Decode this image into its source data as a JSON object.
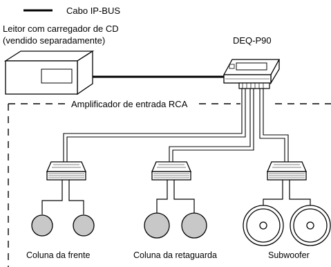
{
  "legend": {
    "cable_label": "Cabo IP-BUS"
  },
  "source_device": {
    "line1": "Leitor com carregador de CD",
    "line2": "(vendido separadamente)"
  },
  "processor": {
    "label": "DEQ-P90"
  },
  "amplifier_section": {
    "label": "Amplificador de entrada RCA"
  },
  "speaker_groups": [
    {
      "label": "Coluna da frente"
    },
    {
      "label": "Coluna da retaguarda"
    },
    {
      "label": "Subwoofer"
    }
  ],
  "colors": {
    "line": "#000000",
    "speaker_fill": "#c8c8c8",
    "background": "#ffffff"
  }
}
